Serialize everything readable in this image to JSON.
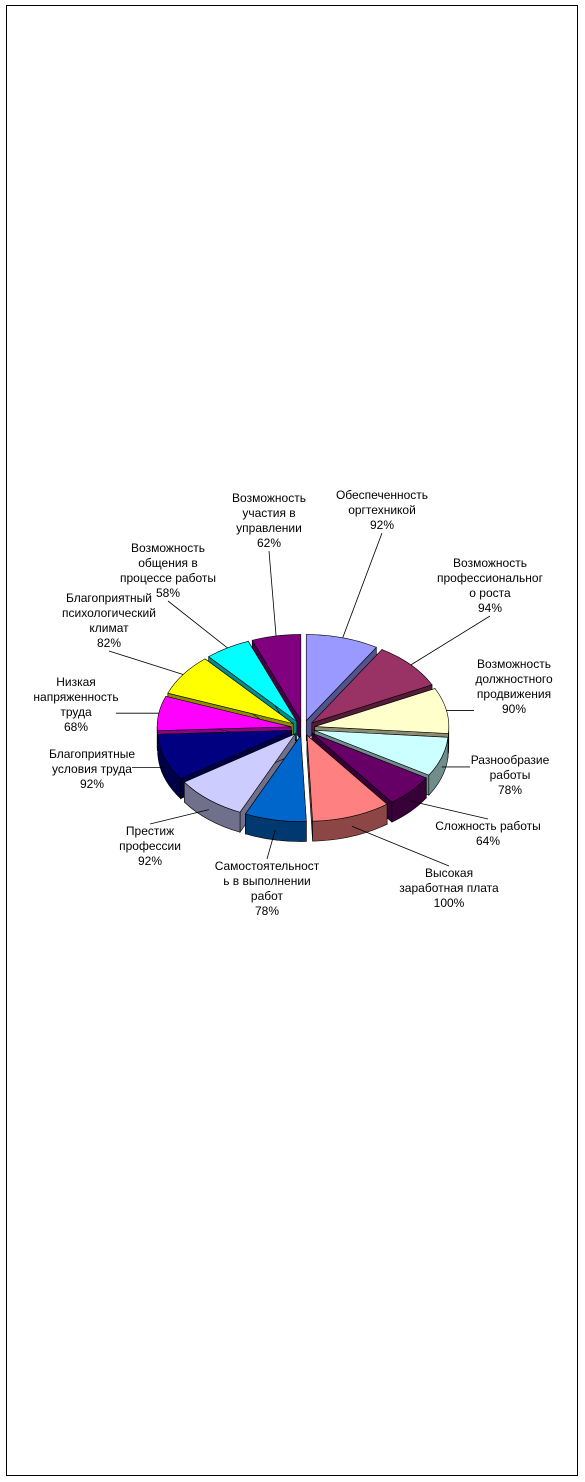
{
  "chart_data": {
    "type": "pie",
    "style": "3d-exploded",
    "title": "",
    "slices": [
      {
        "label": "Обеспеченность оргтехникой",
        "lines": [
          "Обеспеченность",
          "оргтехникой"
        ],
        "value": 92,
        "value_label": "92%",
        "color": "#9999FF"
      },
      {
        "label": "Возможность профессионального роста",
        "lines": [
          "Возможность",
          "профессиональног",
          "о роста"
        ],
        "value": 94,
        "value_label": "94%",
        "color": "#993366"
      },
      {
        "label": "Возможность должностного продвижения",
        "lines": [
          "Возможность",
          "должностного",
          "продвижения"
        ],
        "value": 90,
        "value_label": "90%",
        "color": "#FFFFCC"
      },
      {
        "label": "Разнообразие работы",
        "lines": [
          "Разнообразие",
          "работы"
        ],
        "value": 78,
        "value_label": "78%",
        "color": "#CCFFFF"
      },
      {
        "label": "Сложность работы",
        "lines": [
          "Сложность работы"
        ],
        "value": 64,
        "value_label": "64%",
        "color": "#660066"
      },
      {
        "label": "Высокая заработная плата",
        "lines": [
          "Высокая",
          "заработная плата"
        ],
        "value": 100,
        "value_label": "100%",
        "color": "#FF8080"
      },
      {
        "label": "Самостоятельность в выполнении работ",
        "lines": [
          "Самостоятельност",
          "ь в выполнении",
          "работ"
        ],
        "value": 78,
        "value_label": "78%",
        "color": "#0066CC"
      },
      {
        "label": "Престиж профессии",
        "lines": [
          "Престиж",
          "профессии"
        ],
        "value": 92,
        "value_label": "92%",
        "color": "#CCCCFF"
      },
      {
        "label": "Благоприятные условия труда",
        "lines": [
          "Благоприятные",
          "условия труда"
        ],
        "value": 92,
        "value_label": "92%",
        "color": "#000080"
      },
      {
        "label": "Низкая напряженность труда",
        "lines": [
          "Низкая",
          "напряженность",
          "труда"
        ],
        "value": 68,
        "value_label": "68%",
        "color": "#FF00FF"
      },
      {
        "label": "Благоприятный психологический климат",
        "lines": [
          "Благоприятный",
          "психологический",
          "климат"
        ],
        "value": 82,
        "value_label": "82%",
        "color": "#FFFF00"
      },
      {
        "label": "Возможность общения в процессе работы",
        "lines": [
          "Возможность",
          "общения в",
          "процессе работы"
        ],
        "value": 58,
        "value_label": "58%",
        "color": "#00FFFF"
      },
      {
        "label": "Возможность участия в управлении",
        "lines": [
          "Возможность",
          "участия в",
          "управлении"
        ],
        "value": 62,
        "value_label": "62%",
        "color": "#800080"
      }
    ],
    "legend": "none",
    "data_labels": "category name and value, outside with leader lines"
  }
}
